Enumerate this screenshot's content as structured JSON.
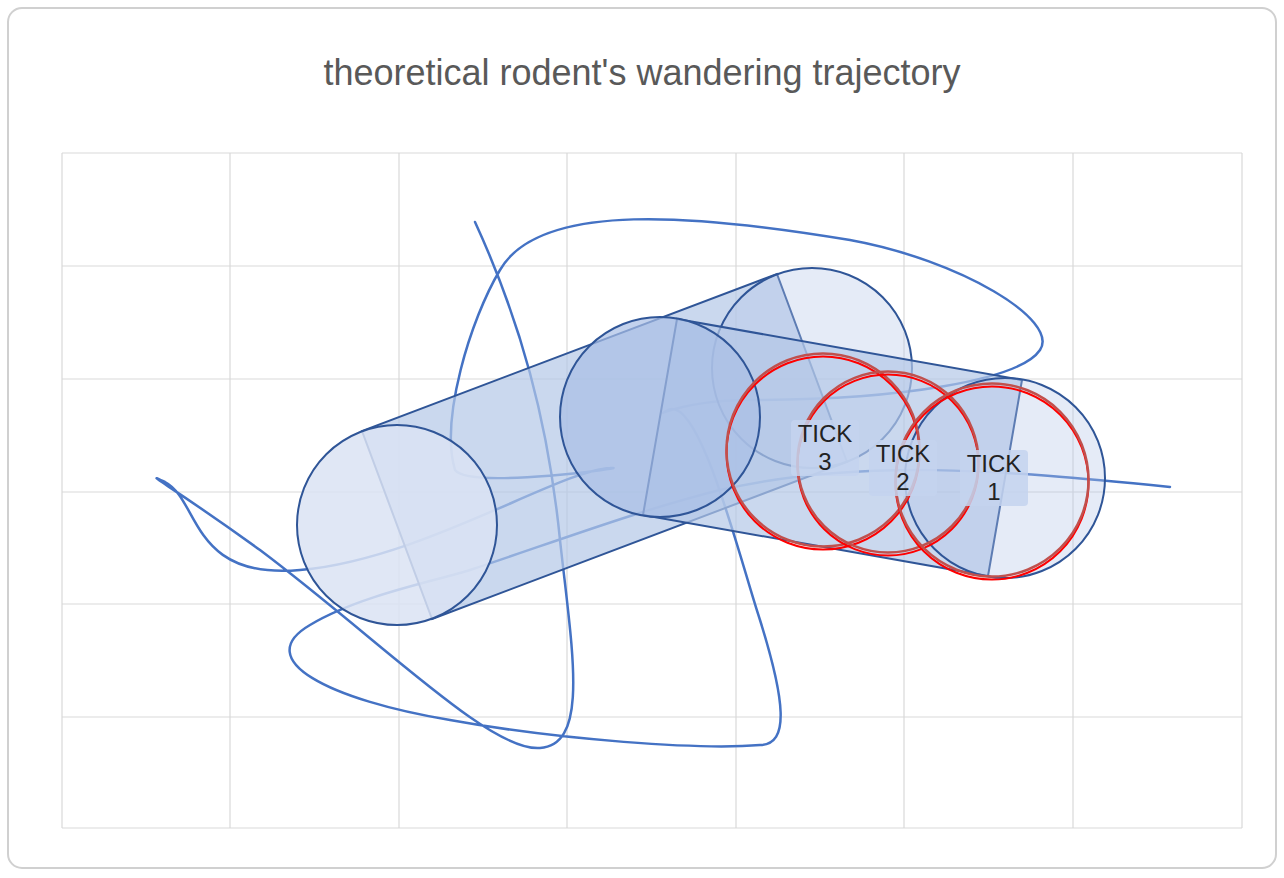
{
  "diagram": {
    "title": "theoretical rodent's wandering trajectory",
    "nodes": [
      {
        "text": [
          "TICK 3"
        ]
      },
      {
        "text": [
          "TICK 2"
        ]
      },
      {
        "text": [
          "TICK 1"
        ]
      }
    ]
  }
}
